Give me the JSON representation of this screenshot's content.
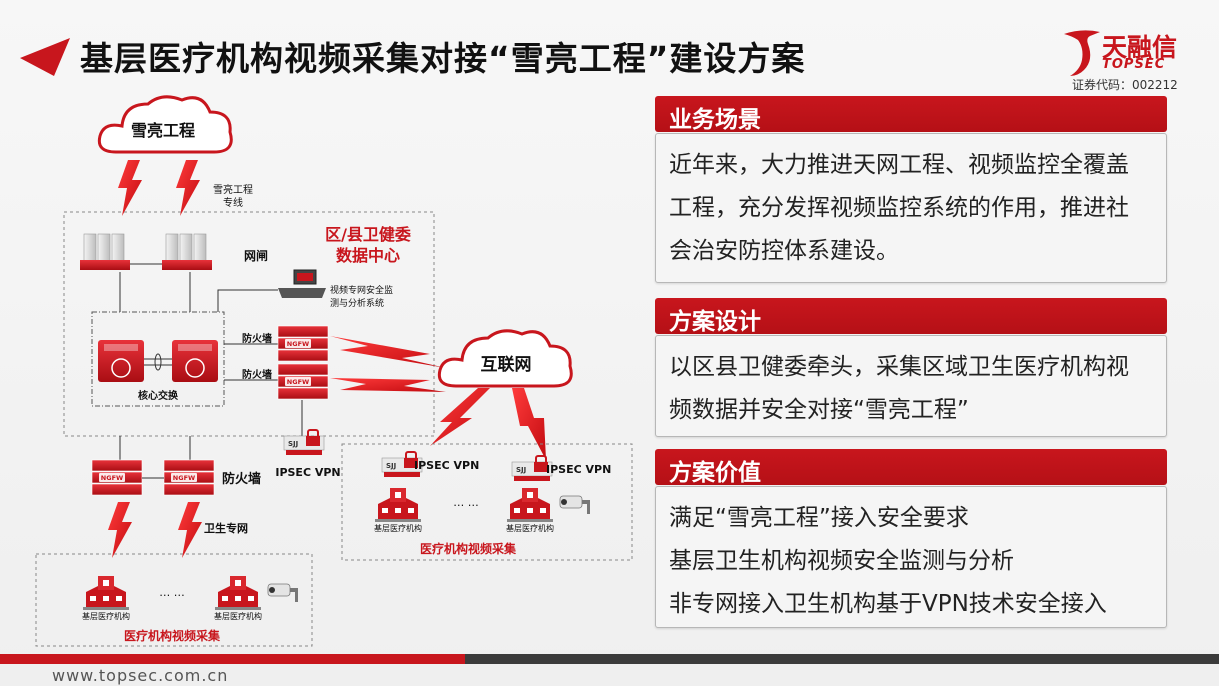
{
  "header": {
    "title": "基层医疗机构视频采集对接“雪亮工程”建设方案",
    "logo_name": "天融信",
    "logo_en": "TOPSEC",
    "stock_code": "证券代码：002212"
  },
  "footer": {
    "url": "www.topsec.com.cn"
  },
  "colors": {
    "brand_red": "#c8161d",
    "dark_bar": "#3b3b3b",
    "panel_bg": "#f5f5f5"
  },
  "sections": [
    {
      "title": "业务场景",
      "lines": [
        "近年来，大力推进天网工程、视频监控全覆盖",
        "工程，充分发挥视频监控系统的作用，推进社",
        "会治安防控体系建设。"
      ]
    },
    {
      "title": "方案设计",
      "lines": [
        "以区县卫健委牵头，采集区域卫生医疗机构视",
        "频数据并安全对接“雪亮工程”"
      ]
    },
    {
      "title": "方案价值",
      "lines": [
        "满足“雪亮工程”接入安全要求",
        "基层卫生机构视频安全监测与分析",
        "非专网接入卫生机构基于VPN技术安全接入"
      ]
    }
  ],
  "diagram": {
    "cloud_top": "雪亮工程",
    "dedicated_line": [
      "雪亮工程",
      "专线"
    ],
    "gatekeeper": "网闸",
    "data_center": [
      "区/县卫健委",
      "数据中心"
    ],
    "monitor_system": [
      "视频专网安全监",
      "测与分析系统"
    ],
    "firewall_a": "防火墙",
    "firewall_b": "防火墙",
    "core_switch": "核心交换",
    "internet": "互联网",
    "ipsec_vpn_dc": "IPSEC VPN",
    "ipsec_vpn_1": "IPSEC VPN",
    "ipsec_vpn_2": "IPSEC VPN",
    "sjj": "SJJ",
    "ngfw": "NGFW",
    "firewall_bottom": "防火墙",
    "health_net": "卫生专网",
    "facility": "基层医疗机构",
    "ellipsis": "… …",
    "video_left": "医疗机构视频采集",
    "video_right": "医疗机构视频采集"
  }
}
